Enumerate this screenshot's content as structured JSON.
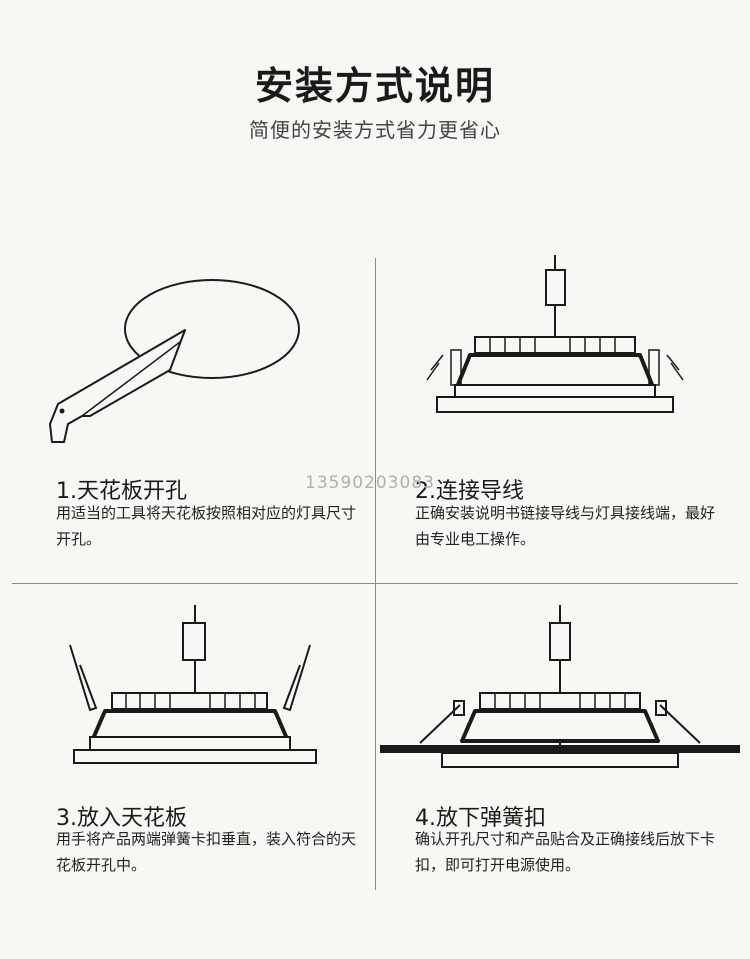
{
  "header": {
    "title": "安装方式说明",
    "subtitle": "简便的安装方式省力更省心"
  },
  "watermark": {
    "phone": "13590203083"
  },
  "steps": [
    {
      "title": "1.天花板开孔",
      "desc": "用适当的工具将天花板按照相对应的灯具尺寸开孔。"
    },
    {
      "title": "2.连接导线",
      "desc": "正确安装说明书链接导线与灯具接线端，最好由专业电工操作。"
    },
    {
      "title": "3.放入天花板",
      "desc": "用手将产品两端弹簧卡扣垂直，装入符合的天花板开孔中。"
    },
    {
      "title": "4.放下弹簧扣",
      "desc": "确认开孔尺寸和产品贴合及正确接线后放下卡扣，即可打开电源使用。"
    }
  ]
}
